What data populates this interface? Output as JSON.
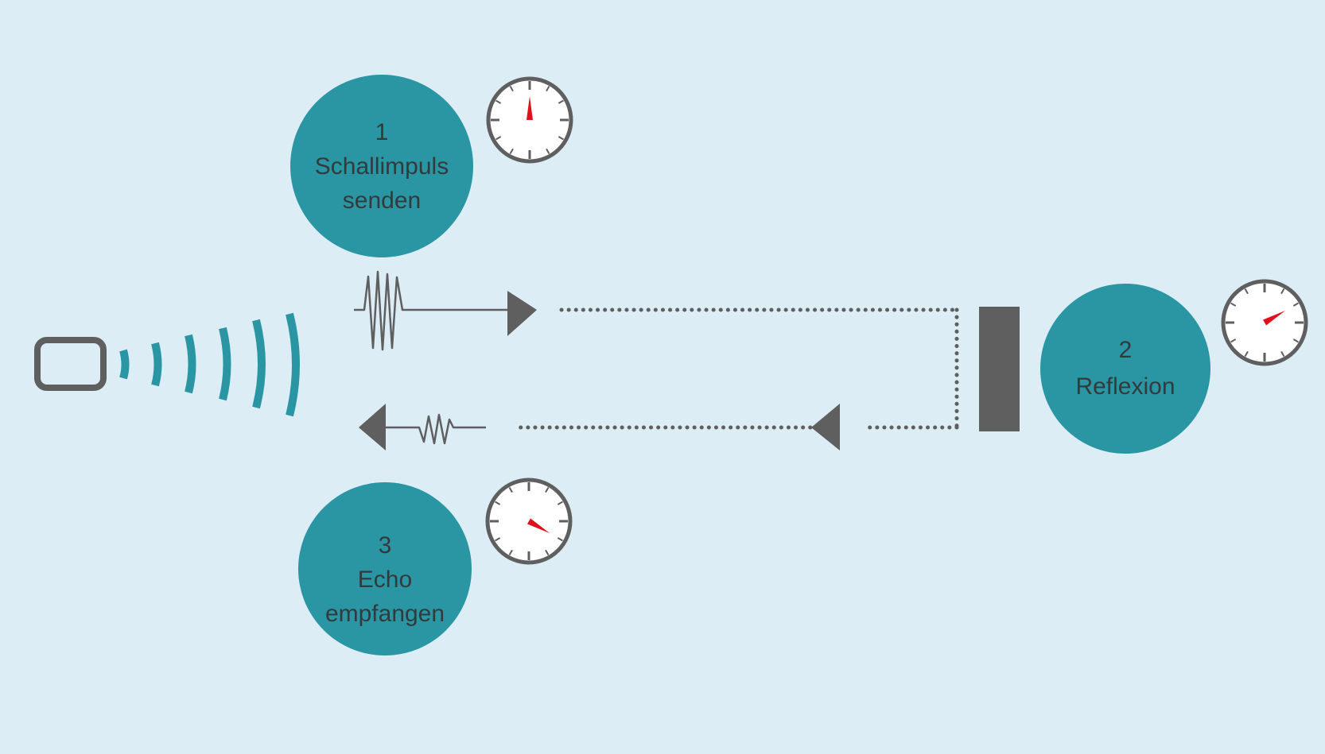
{
  "colors": {
    "background": "#dcedf6",
    "step_circle": "#2a96a3",
    "signal_waves": "#2a96a3",
    "line_gray": "#5f5f5f",
    "clock_hand": "#e0111b",
    "label_text": "#333a3d"
  },
  "steps": [
    {
      "number": "1",
      "line1": "Schallimpuls",
      "line2": "senden",
      "clock_hand_angle_deg": 0
    },
    {
      "number": "2",
      "line1": "Reflexion",
      "line2": "",
      "clock_hand_angle_deg": 60
    },
    {
      "number": "3",
      "line1": "Echo",
      "line2": "empfangen",
      "clock_hand_angle_deg": 120
    }
  ],
  "icons": {
    "sensor": "ultrasonic-sensor-icon",
    "waves": "sound-waves-icon",
    "clock": "stopwatch-icon",
    "reflector": "reflector-wall-icon"
  }
}
